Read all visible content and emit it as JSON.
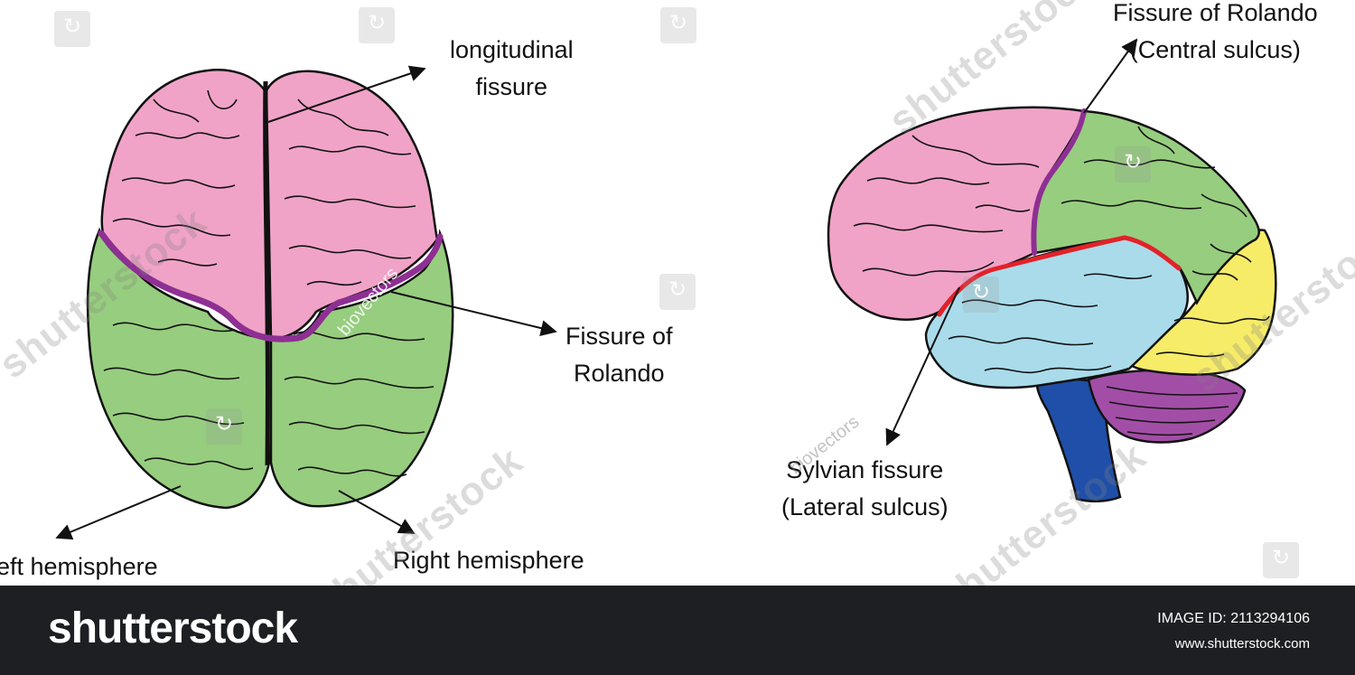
{
  "labels": {
    "longitudinal_fissure": [
      "longitudinal",
      "fissure"
    ],
    "fissure_of_rolando_top": [
      "Fissure of",
      "Rolando"
    ],
    "left_hemisphere": "left hemisphere",
    "right_hemisphere": "Right hemisphere",
    "fissure_of_rolando_side": [
      "Fissure of Rolando",
      "(Central sulcus)"
    ],
    "sylvian_fissure": [
      "Sylvian fissure",
      "(Lateral sulcus)"
    ]
  },
  "watermark": {
    "brand": "shutterstock",
    "credit": "biovectors"
  },
  "footer": {
    "logo": "shutterstock",
    "image_id": "IMAGE ID: 2113294106",
    "url": "www.shutterstock.com"
  },
  "colors": {
    "frontal": "#f0a3c7",
    "parietal": "#97cd7f",
    "temporal": "#a9dbea",
    "occipital": "#f7ec68",
    "cerebellum": "#a24ea6",
    "brainstem": "#1f4fa8",
    "central_sulcus": "#8e2f93",
    "lateral_sulcus": "#e2222a",
    "outline": "#111111",
    "footer_bg": "#1d1f22"
  }
}
